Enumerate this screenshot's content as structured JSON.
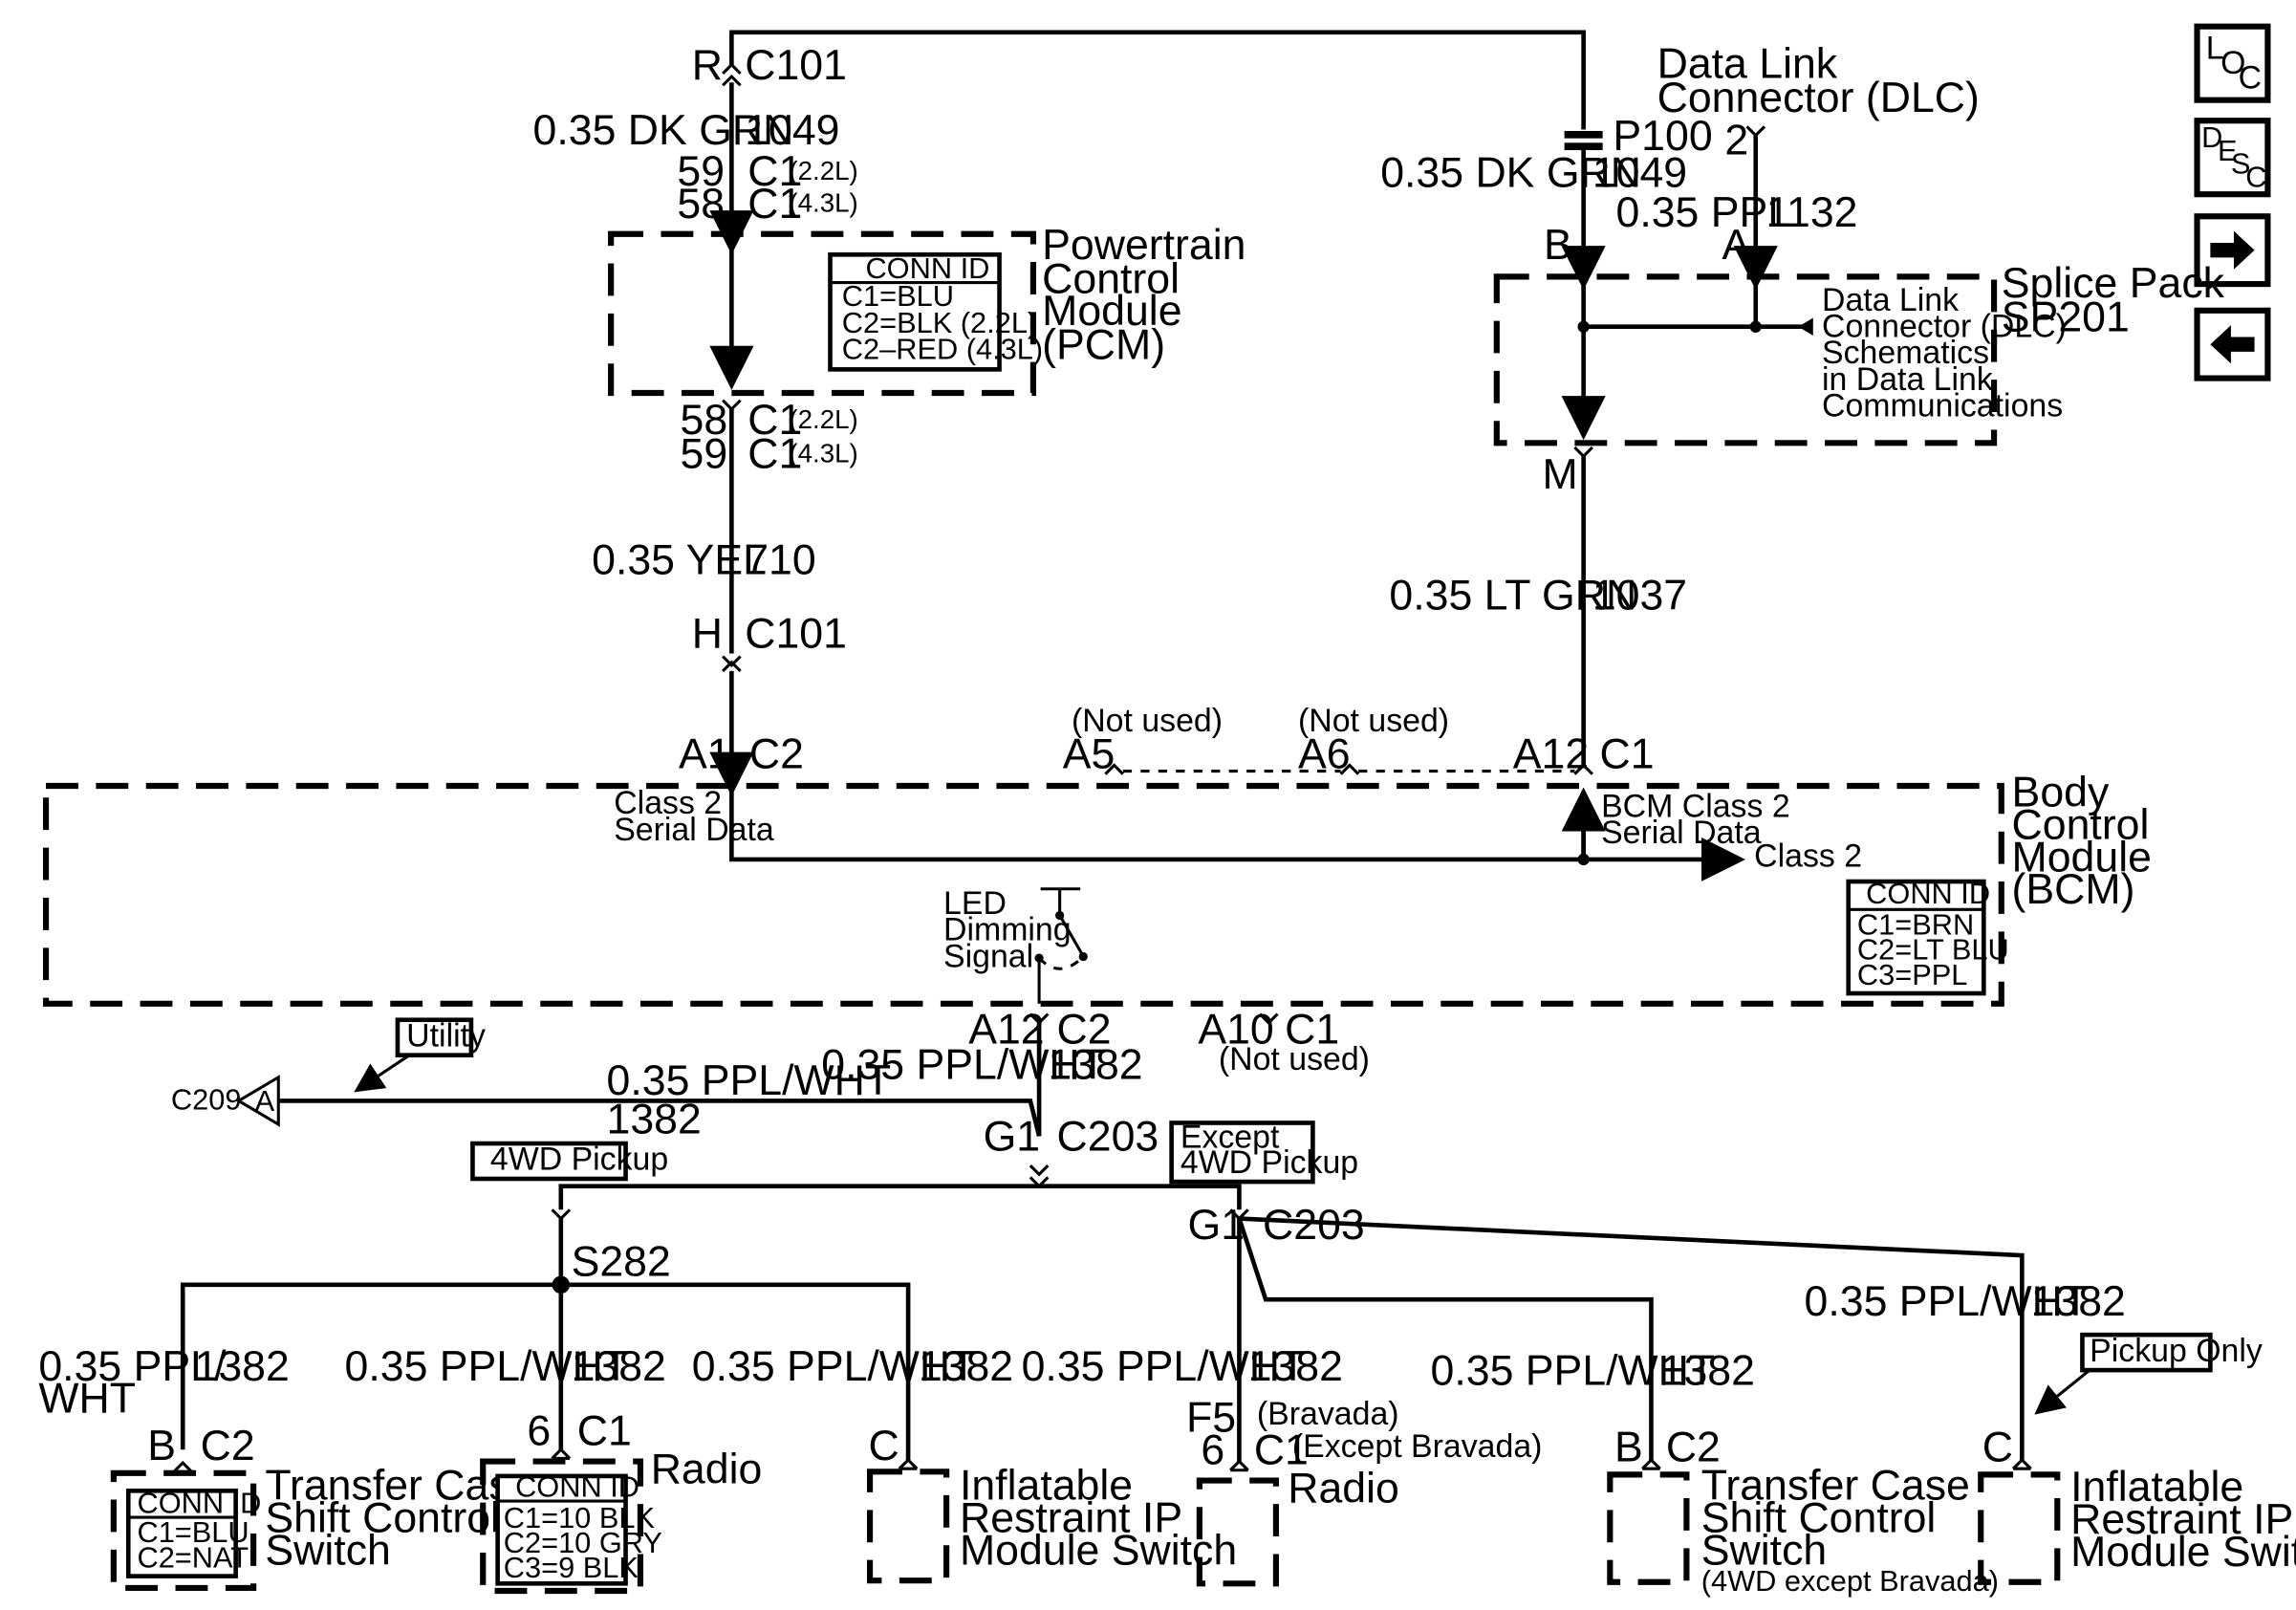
{
  "nav": {
    "loc": {
      "l": "L",
      "o": "O",
      "c": "C"
    },
    "desc": {
      "d": "D",
      "e": "E",
      "s": "S",
      "c": "C"
    },
    "forward_icon": "arrow-right-icon",
    "back_icon": "arrow-left-icon"
  },
  "pcm": {
    "c101_pin": "R",
    "c101": "C101",
    "wire_top": "0.35 DK GRN",
    "circuit_top": "1049",
    "pin59": "59",
    "pin58": "58",
    "c1": "C1",
    "v22": "(2.2L)",
    "v43": "(4.3L)",
    "name": [
      "Powertrain",
      "Control",
      "Module",
      "(PCM)"
    ],
    "conn_title": "CONN ID",
    "conn": [
      "C1=BLU",
      "C2=BLK (2.2L)",
      "C2–RED (4.3L)"
    ],
    "pin58b": "58",
    "pin59b": "59",
    "wire_mid": "0.35 YEL",
    "circuit_mid": "710",
    "c101b_pin": "H",
    "c101b": "C101"
  },
  "dlc": {
    "title": [
      "Data Link",
      "Connector (DLC)"
    ],
    "p100": "P100",
    "pin2": "2",
    "wire_a": "0.35 DK GRN",
    "circuit_a": "1049",
    "wire_b": "0.35 PPL",
    "circuit_b": "1132",
    "pin_b": "B",
    "pin_a": "A",
    "ref": [
      "Data Link",
      "Connector (DLC)",
      "Schematics",
      "in Data Link",
      "Communications"
    ]
  },
  "splice": {
    "name": [
      "Splice Pack",
      "SP201"
    ],
    "pin_m": "M",
    "wire": "0.35 LT GRN",
    "circuit": "1037"
  },
  "bcm": {
    "a1": "A1",
    "c2": "C2",
    "a5": "A5",
    "a6": "A6",
    "a12": "A12",
    "c1": "C1",
    "not_used": "(Not used)",
    "class2_left": [
      "Class 2",
      "Serial Data"
    ],
    "class2_right": [
      "BCM Class 2",
      "Serial Data"
    ],
    "class2_arrow": "Class 2",
    "led": [
      "LED",
      "Dimming",
      "Signal"
    ],
    "name": [
      "Body",
      "Control",
      "Module",
      "(BCM)"
    ],
    "conn_title": "CONN ID",
    "conn": [
      "C1=BRN",
      "C2=LT BLU",
      "C3=PPL"
    ],
    "a12b": "A12",
    "c2b": "C2",
    "a10": "A10",
    "c1b": "C1",
    "not_used_b": "(Not used)"
  },
  "lower": {
    "wire": "0.35 PPL/WHT",
    "circuit": "1382",
    "utility": "Utility",
    "c209": "C209",
    "tri": "A",
    "g1": "G1",
    "c203": "C203",
    "four_wd": "4WD Pickup",
    "except": [
      "Except",
      "4WD Pickup"
    ],
    "s282": "S282",
    "pickup_only": "Pickup Only",
    "bravada": "(Bravada)",
    "except_bravada": "(Except Bravada)",
    "f5": "F5",
    "ppl_wht_split": [
      "0.35 PPL/",
      "WHT"
    ]
  },
  "components": {
    "tc1": {
      "pin": "B",
      "conn": "C2",
      "name": [
        "Transfer Case",
        "Shift Control",
        "Switch"
      ],
      "conn_title": "CONN ID",
      "ids": [
        "C1=BLU",
        "C2=NAT"
      ]
    },
    "radio1": {
      "pin": "6",
      "conn": "C1",
      "name": "Radio",
      "conn_title": "CONN ID",
      "ids": [
        "C1=10 BLK",
        "C2=10 GRY",
        "C3=9 BLK"
      ]
    },
    "ir1": {
      "pin": "C",
      "name": [
        "Inflatable",
        "Restraint IP",
        "Module Switch"
      ]
    },
    "radio2": {
      "pin": "6",
      "conn": "C1",
      "name": "Radio"
    },
    "tc2": {
      "pin": "B",
      "conn": "C2",
      "name": [
        "Transfer Case",
        "Shift Control",
        "Switch"
      ],
      "note": "(4WD except Bravada)"
    },
    "ir2": {
      "pin": "C",
      "name": [
        "Inflatable",
        "Restraint IP",
        "Module Switch"
      ]
    }
  }
}
